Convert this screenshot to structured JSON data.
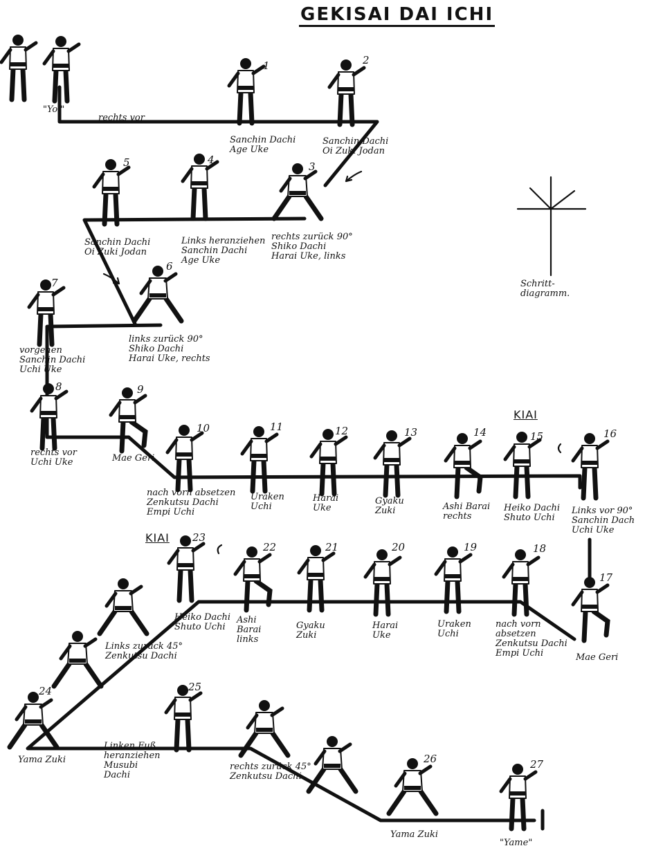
{
  "title": "GEKISAI DAI ICHI",
  "kiai_label": "KIAI",
  "diagram_caption": "Schritt-\ndiagramm.",
  "start_label": "\"Yoi\"",
  "end_label": "\"Yame\"",
  "step_label_rechts_vor": "rechts vor",
  "steps": [
    {
      "n": "1",
      "label": "Sanchin Dachi\nAge Uke"
    },
    {
      "n": "2",
      "label": "Sanchin Dachi\nOi Zuki Jodan"
    },
    {
      "n": "3",
      "label": "rechts zurück 90°\nShiko Dachi\nHarai Uke, links"
    },
    {
      "n": "4",
      "label": "Links heranziehen\nSanchin Dachi\nAge Uke"
    },
    {
      "n": "5",
      "label": "Sanchin Dachi\nOi Zuki Jodan"
    },
    {
      "n": "6",
      "label": "links zurück 90°\nShiko Dachi\nHarai Uke, rechts"
    },
    {
      "n": "7",
      "label": "vorgehen\nSanchin Dachi\nUchi Uke"
    },
    {
      "n": "8",
      "label": "rechts vor\nUchi Uke"
    },
    {
      "n": "9",
      "label": "Mae Geri"
    },
    {
      "n": "10",
      "label": "nach vorn absetzen\nZenkutsu Dachi\nEmpi Uchi"
    },
    {
      "n": "11",
      "label": "Uraken\nUchi"
    },
    {
      "n": "12",
      "label": "Harai\nUke"
    },
    {
      "n": "13",
      "label": "Gyaku\nZuki"
    },
    {
      "n": "14",
      "label": "Ashi Barai\nrechts"
    },
    {
      "n": "15",
      "label": "Heiko Dachi\nShuto Uchi"
    },
    {
      "n": "16",
      "label": "Links vor 90°\nSanchin Dach\nUchi Uke"
    },
    {
      "n": "17",
      "label": "Mae Geri"
    },
    {
      "n": "18",
      "label": "nach vorn\nabsetzen\nZenkutsu Dachi\nEmpi Uchi"
    },
    {
      "n": "19",
      "label": "Uraken\nUchi"
    },
    {
      "n": "20",
      "label": "Harai\nUke"
    },
    {
      "n": "21",
      "label": "Gyaku\nZuki"
    },
    {
      "n": "22",
      "label": "Ashi\nBarai\nlinks"
    },
    {
      "n": "23",
      "label": "Heiko Dachi\nShuto Uchi"
    },
    {
      "n": "24",
      "label": "Yama Zuki"
    },
    {
      "n": "25",
      "label": "Linken Fuß\nheranziehen\nMusubi\nDachi"
    },
    {
      "n": "26",
      "label": "Yama Zuki"
    },
    {
      "n": "27",
      "label": ""
    }
  ],
  "extra_labels": {
    "links_zurueck_45": "Links zurück 45°\nZenkutsu Dachi",
    "rechts_zurueck_45": "rechts zurück 45°\nZenkutsu Dachi"
  }
}
